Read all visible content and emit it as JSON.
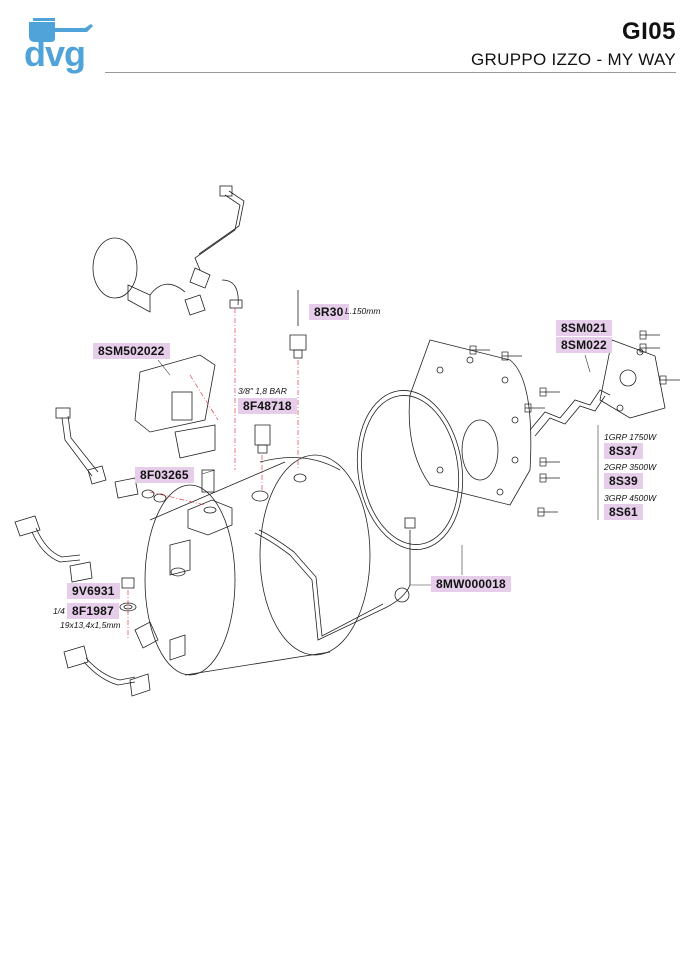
{
  "header": {
    "logo_text": "dvg",
    "code": "GI05",
    "subtitle": "GRUPPO IZZO - MY WAY"
  },
  "parts": {
    "p1": "8SM502022",
    "p2": "8F03265",
    "p3": "9V6931",
    "p4": "8F1987",
    "p5": "8R30",
    "p6": "8F48718",
    "p7": "8MW000018",
    "p8": "8SM021",
    "p9": "8SM022",
    "p10": "8S37",
    "p11": "8S39",
    "p12": "8S61"
  },
  "notes": {
    "probe_length": "L.150mm",
    "valve_spec": "3/8\" 1,8 BAR",
    "gasket_size_prefix": "1/4",
    "gasket_dims": "19x13,4x1,5mm",
    "heater_1": "1GRP 1750W",
    "heater_2": "2GRP 3500W",
    "heater_3": "3GRP 4500W"
  }
}
